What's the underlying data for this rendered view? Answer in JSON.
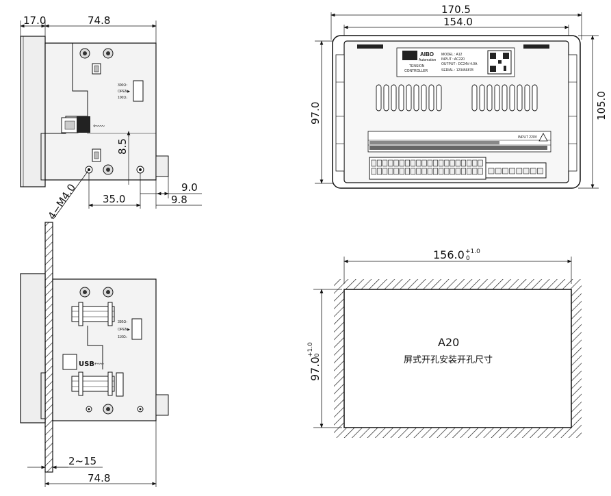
{
  "side_view": {
    "dim_front_depth": "17.0",
    "dim_body_depth": "74.8",
    "dim_hole_vertical": "8.5",
    "dim_hole_spacing": "35.0",
    "dim_right_a": "9.0",
    "dim_right_b": "9.8",
    "screw_label": "4−M4.0",
    "switch_labels": [
      "300Ω↑",
      "OPEN▶",
      "100Ω↓"
    ]
  },
  "front_view": {
    "dim_overall_width": "170.5",
    "dim_inner_width": "154.0",
    "dim_height": "97.0",
    "dim_overall_height": "105.0",
    "brand": "AIBO",
    "brand_sub": "Automation",
    "product_line1": "TENSION",
    "product_line2": "CONTROLLER",
    "model": "MODEL : A12",
    "input": "INPUT : AC220",
    "output": "OUTPUT : DC24V-4.0A",
    "serial": "SERIAL : 123456878",
    "input_warn": "INPUT 220V"
  },
  "mount_view": {
    "switch_labels": [
      "330Ω↑",
      "OPEN▶",
      "110Ω↓"
    ],
    "usb_label": "USB",
    "dim_panel_thickness": "2~15",
    "dim_body_depth": "74.8"
  },
  "cutout": {
    "width_value": "156.0",
    "width_tol_upper": "+1.0",
    "width_tol_lower": "0",
    "height_value": "97.0",
    "height_tol_upper": "+1.0",
    "height_tol_lower": "0",
    "model": "A20",
    "caption": "屏式开孔安装开孔尺寸"
  }
}
